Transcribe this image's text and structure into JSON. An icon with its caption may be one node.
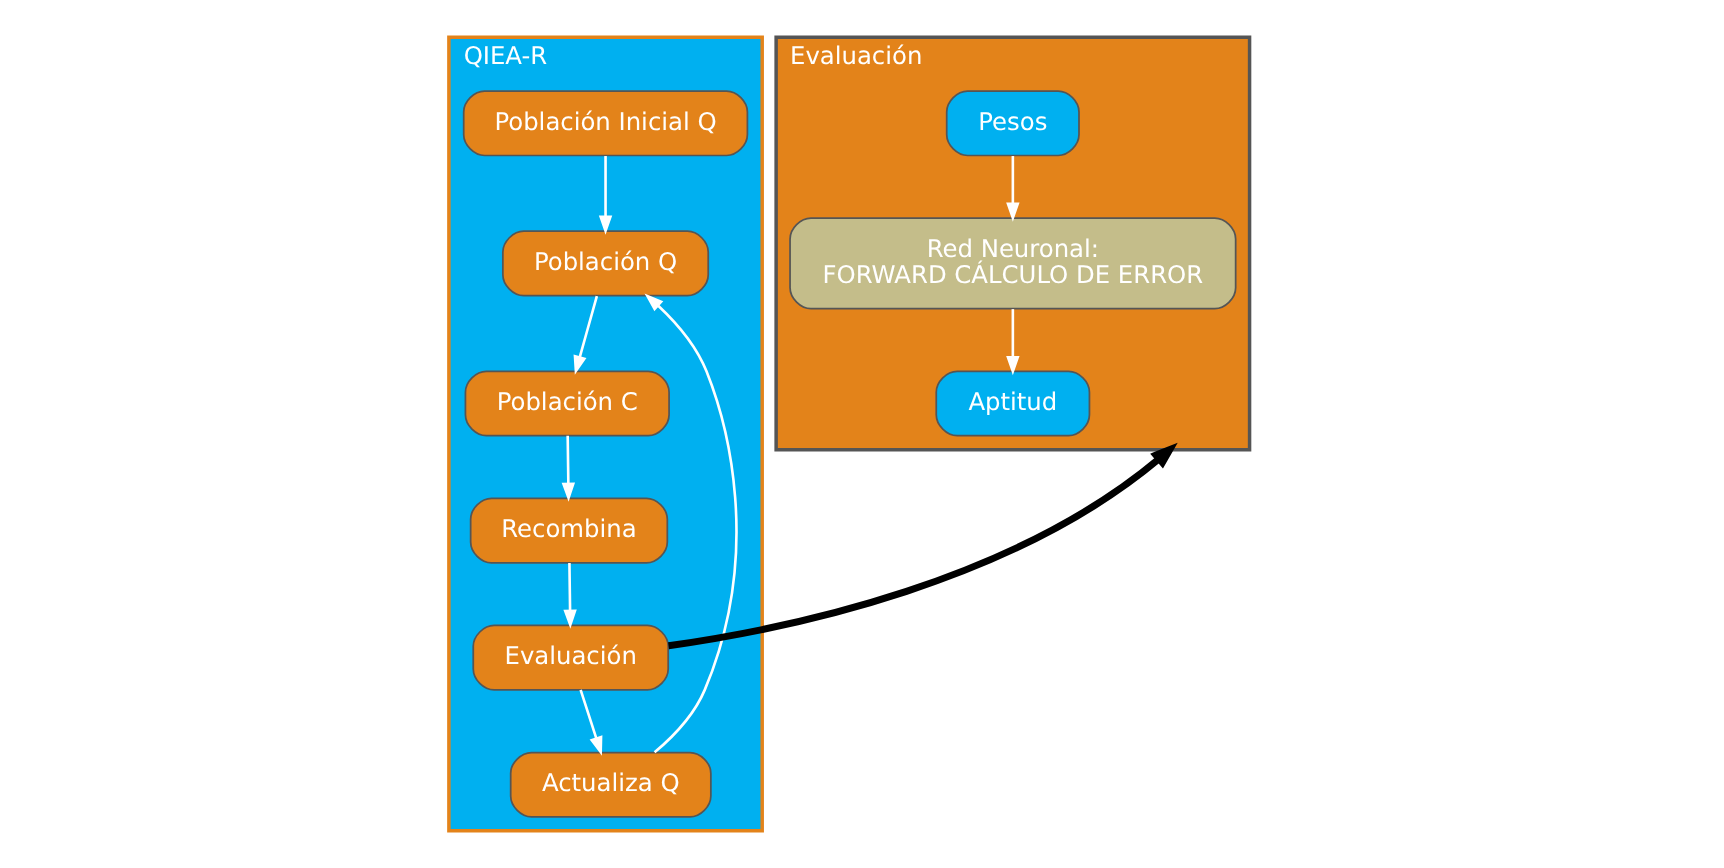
{
  "diagram": {
    "nodes": [
      {
        "text": [
          "QIEA-R"
        ]
      },
      {
        "text": [
          "Población Inicial Q"
        ],
        "in": 0
      },
      {
        "text": [
          "Población Q"
        ],
        "in": 0
      },
      {
        "text": [
          "Población C"
        ],
        "in": 0
      },
      {
        "text": [
          "Actualiza Q"
        ],
        "in": 0
      },
      {
        "text": [
          "Recombina"
        ],
        "in": 0
      },
      {
        "text": [
          "Evaluación"
        ],
        "in": 0
      },
      {
        "text": [
          "Evaluación"
        ]
      },
      {
        "text": [
          "Pesos"
        ],
        "in": 7
      },
      {
        "text": [
          "Red Neuronal:",
          "FORWARD CÁLCULO DE ERROR"
        ],
        "in": 7
      },
      {
        "text": [
          "Aptitud"
        ],
        "in": 7
      }
    ],
    "edges": [
      {
        "from": 1,
        "to": 2,
        "arrow": "to"
      },
      {
        "from": 2,
        "to": 3,
        "arrow": "to"
      },
      {
        "from": 3,
        "to": 5,
        "arrow": "to"
      },
      {
        "from": 5,
        "to": 6,
        "arrow": "to"
      },
      {
        "from": 6,
        "to": 4,
        "arrow": "to"
      },
      {
        "from": 4,
        "to": 2,
        "arrow": "to"
      },
      {
        "from": 6,
        "to": 7,
        "arrow": "to",
        "style": "thick",
        "color": "#000000"
      },
      {
        "from": 8,
        "to": 9,
        "arrow": "to"
      },
      {
        "from": 9,
        "to": 10,
        "arrow": "to"
      }
    ]
  }
}
